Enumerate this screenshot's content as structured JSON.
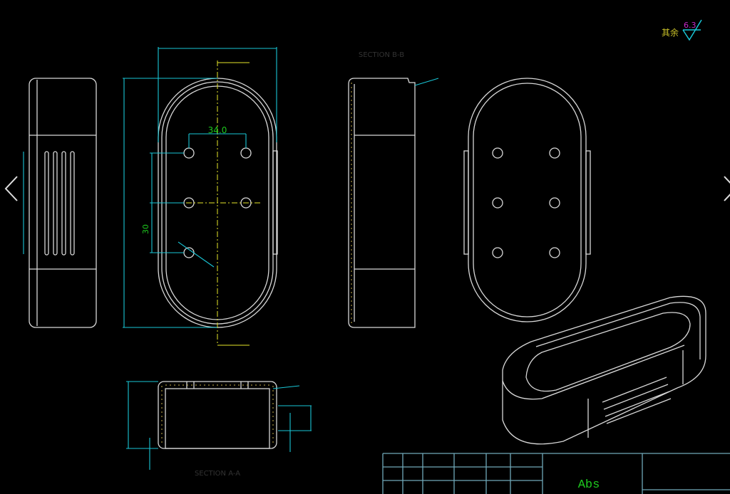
{
  "drawing": {
    "roughness_label": "其余",
    "roughness_value": "6.3",
    "dim_hole_spacing": "34.0",
    "dim_vertical": "30",
    "section_bb": "SECTION B-B",
    "section_aa": "SECTION A-A",
    "material": "Abs"
  },
  "colors": {
    "background": "#000000",
    "outline": "#d8d8d8",
    "dimension": "#19c6d6",
    "dim_text": "#1ec81e",
    "centerline": "#e6e62a",
    "roughness_value": "#c828c8",
    "title_block": "#6fa8b8"
  },
  "navigation": {
    "previous_icon": "chevron-left-icon",
    "next_icon": "chevron-right-icon"
  }
}
